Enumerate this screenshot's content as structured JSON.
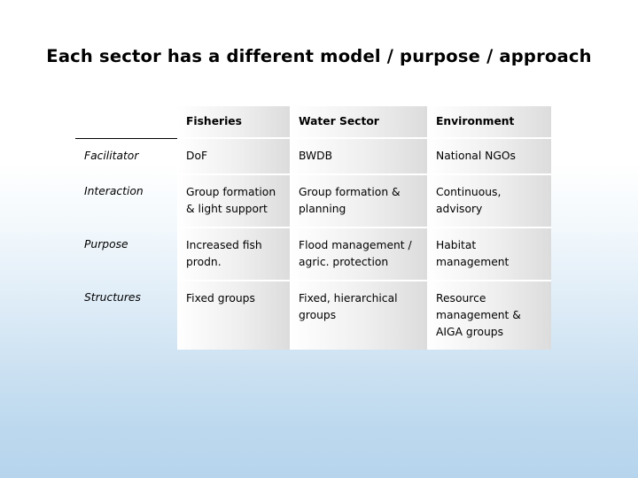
{
  "slide": {
    "title": "Each sector has a different model / purpose / approach"
  },
  "table": {
    "columns": [
      "",
      "Fisheries",
      "Water Sector",
      "Environment"
    ],
    "rows": [
      {
        "label": "Facilitator",
        "cells": [
          "DoF",
          "BWDB",
          "National NGOs"
        ]
      },
      {
        "label": "Interaction",
        "cells": [
          "Group formation & light support",
          "Group formation & planning",
          "Continuous, advisory"
        ]
      },
      {
        "label": "Purpose",
        "cells": [
          "Increased fish prodn.",
          "Flood management / agric. protection",
          "Habitat management"
        ]
      },
      {
        "label": "Structures",
        "cells": [
          "Fixed groups",
          "Fixed, hierarchical groups",
          "Resource management & AIGA groups"
        ]
      }
    ]
  }
}
